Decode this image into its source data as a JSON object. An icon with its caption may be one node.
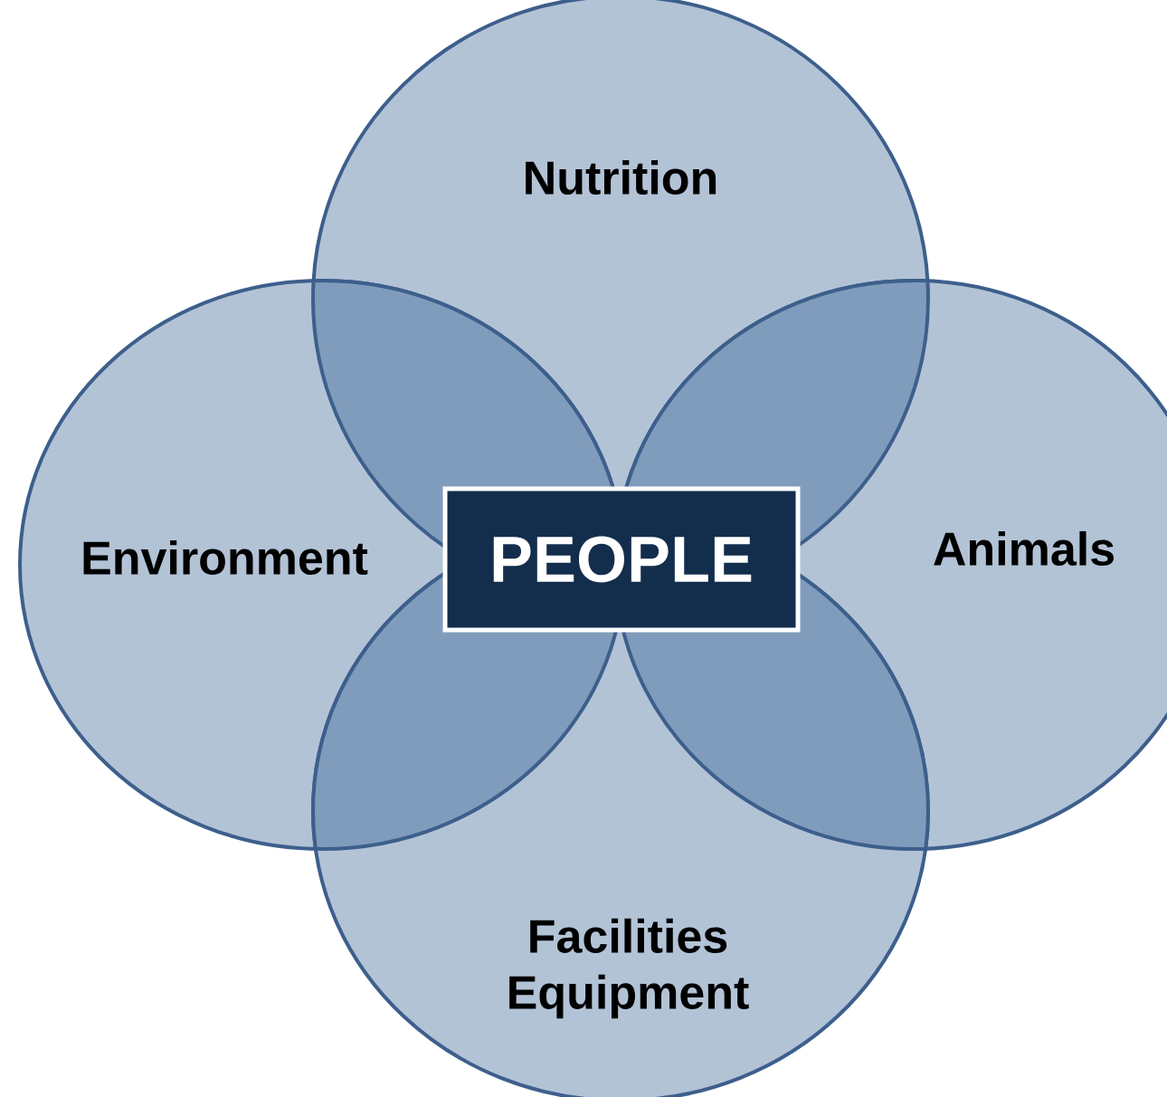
{
  "diagram": {
    "nodes": [
      {
        "text": [
          "Nutrition"
        ]
      },
      {
        "text": [
          "Environment"
        ]
      },
      {
        "text": [
          "PEOPLE"
        ]
      },
      {
        "text": [
          "Animals"
        ]
      },
      {
        "text": [
          "Facilities Equipment"
        ]
      }
    ]
  }
}
